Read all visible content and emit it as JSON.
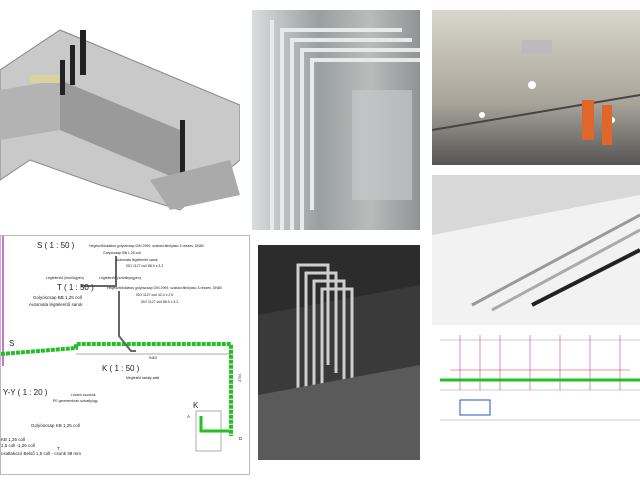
{
  "drawing": {
    "sections": [
      {
        "title": "S ( 1 : 50 )",
        "notes": [
          "Hegesztőtoldatos golyóscsap DIN 2999, szabad átfolyású 3-részes, DN80",
          "Golyóscsap BB 1,25 coll",
          "Automata légtelenítő sarok",
          "ISO 1127 cső 88.9 x 3.2",
          "Légtelenítő (leürítőgyen)",
          "Légtelenítő (szivattyúgyen)"
        ]
      },
      {
        "title": "T ( 1 : 50 )",
        "notes": [
          "Hegesztőtoldatos golyóscsap DIN 2999, szabad átfolyású 3-részes, DN80",
          "ISO 1127 cső 42.4 x 2.6",
          "ISO 1127 cső 88.9 x 3.2",
          "Golyóscsap BB 1,25 coll",
          "Automata légtelenítő sarok"
        ]
      },
      {
        "title": "K ( 1 : 50 )",
        "notes": [
          "Megfelelő tartály alatt",
          "Lezáró csonkok",
          "PE geomembrán szivattyúgy."
        ]
      },
      {
        "title": "Y-Y ( 1 : 20 )",
        "notes": [
          "Golyóscsap KB 1,25 coll"
        ]
      }
    ],
    "bottom_notes": [
      "KB 1,25 coll",
      "1,5 coll -1,25 coll",
      "csatlakozó Belső 1,5 coll - csonk 38 mm"
    ],
    "labels": [
      "S",
      "T",
      "K",
      "A",
      "D",
      "9463",
      "2704"
    ]
  }
}
